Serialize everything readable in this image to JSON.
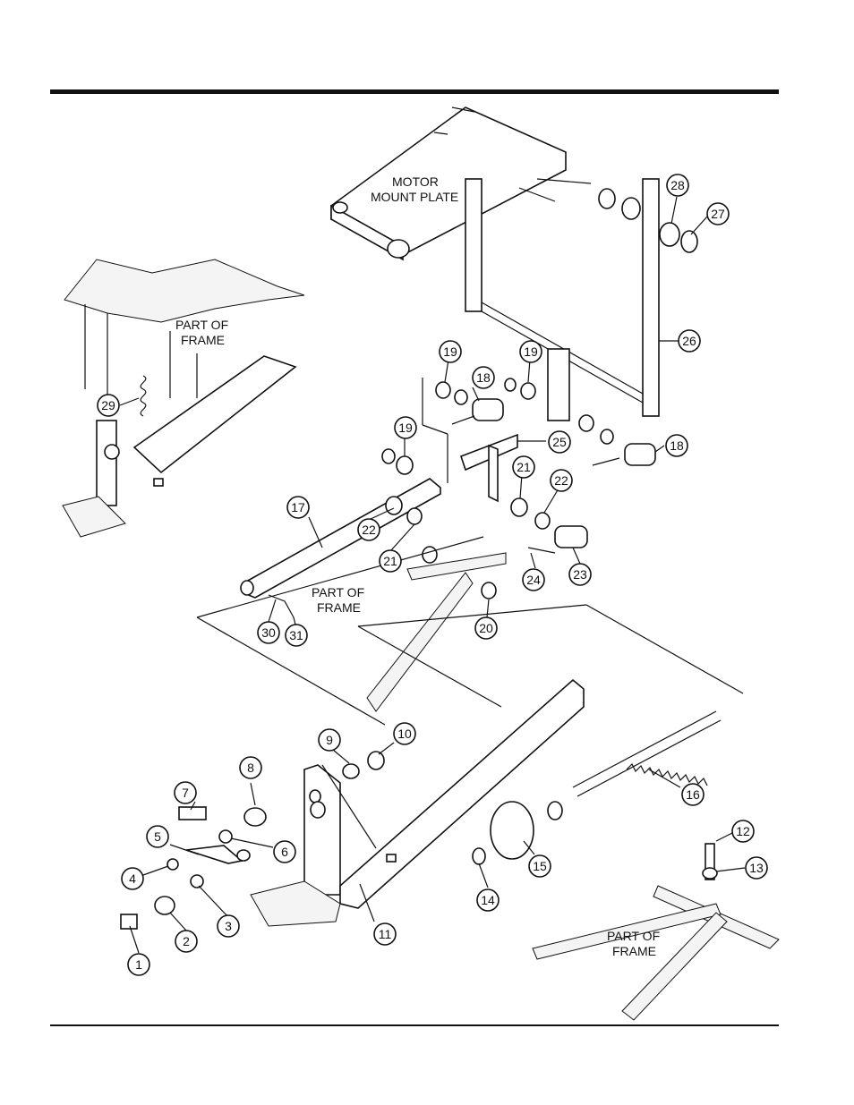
{
  "labels": {
    "motor_mount_line1": "MOTOR",
    "motor_mount_line2": "MOUNT PLATE",
    "frame_line1": "PART OF",
    "frame_line2": "FRAME"
  },
  "callouts": [
    "1",
    "2",
    "3",
    "4",
    "5",
    "6",
    "7",
    "8",
    "9",
    "10",
    "11",
    "12",
    "13",
    "14",
    "15",
    "16",
    "17",
    "18",
    "18",
    "19",
    "19",
    "19",
    "20",
    "21",
    "21",
    "22",
    "22",
    "23",
    "24",
    "25",
    "26",
    "27",
    "28",
    "29",
    "30",
    "31"
  ]
}
